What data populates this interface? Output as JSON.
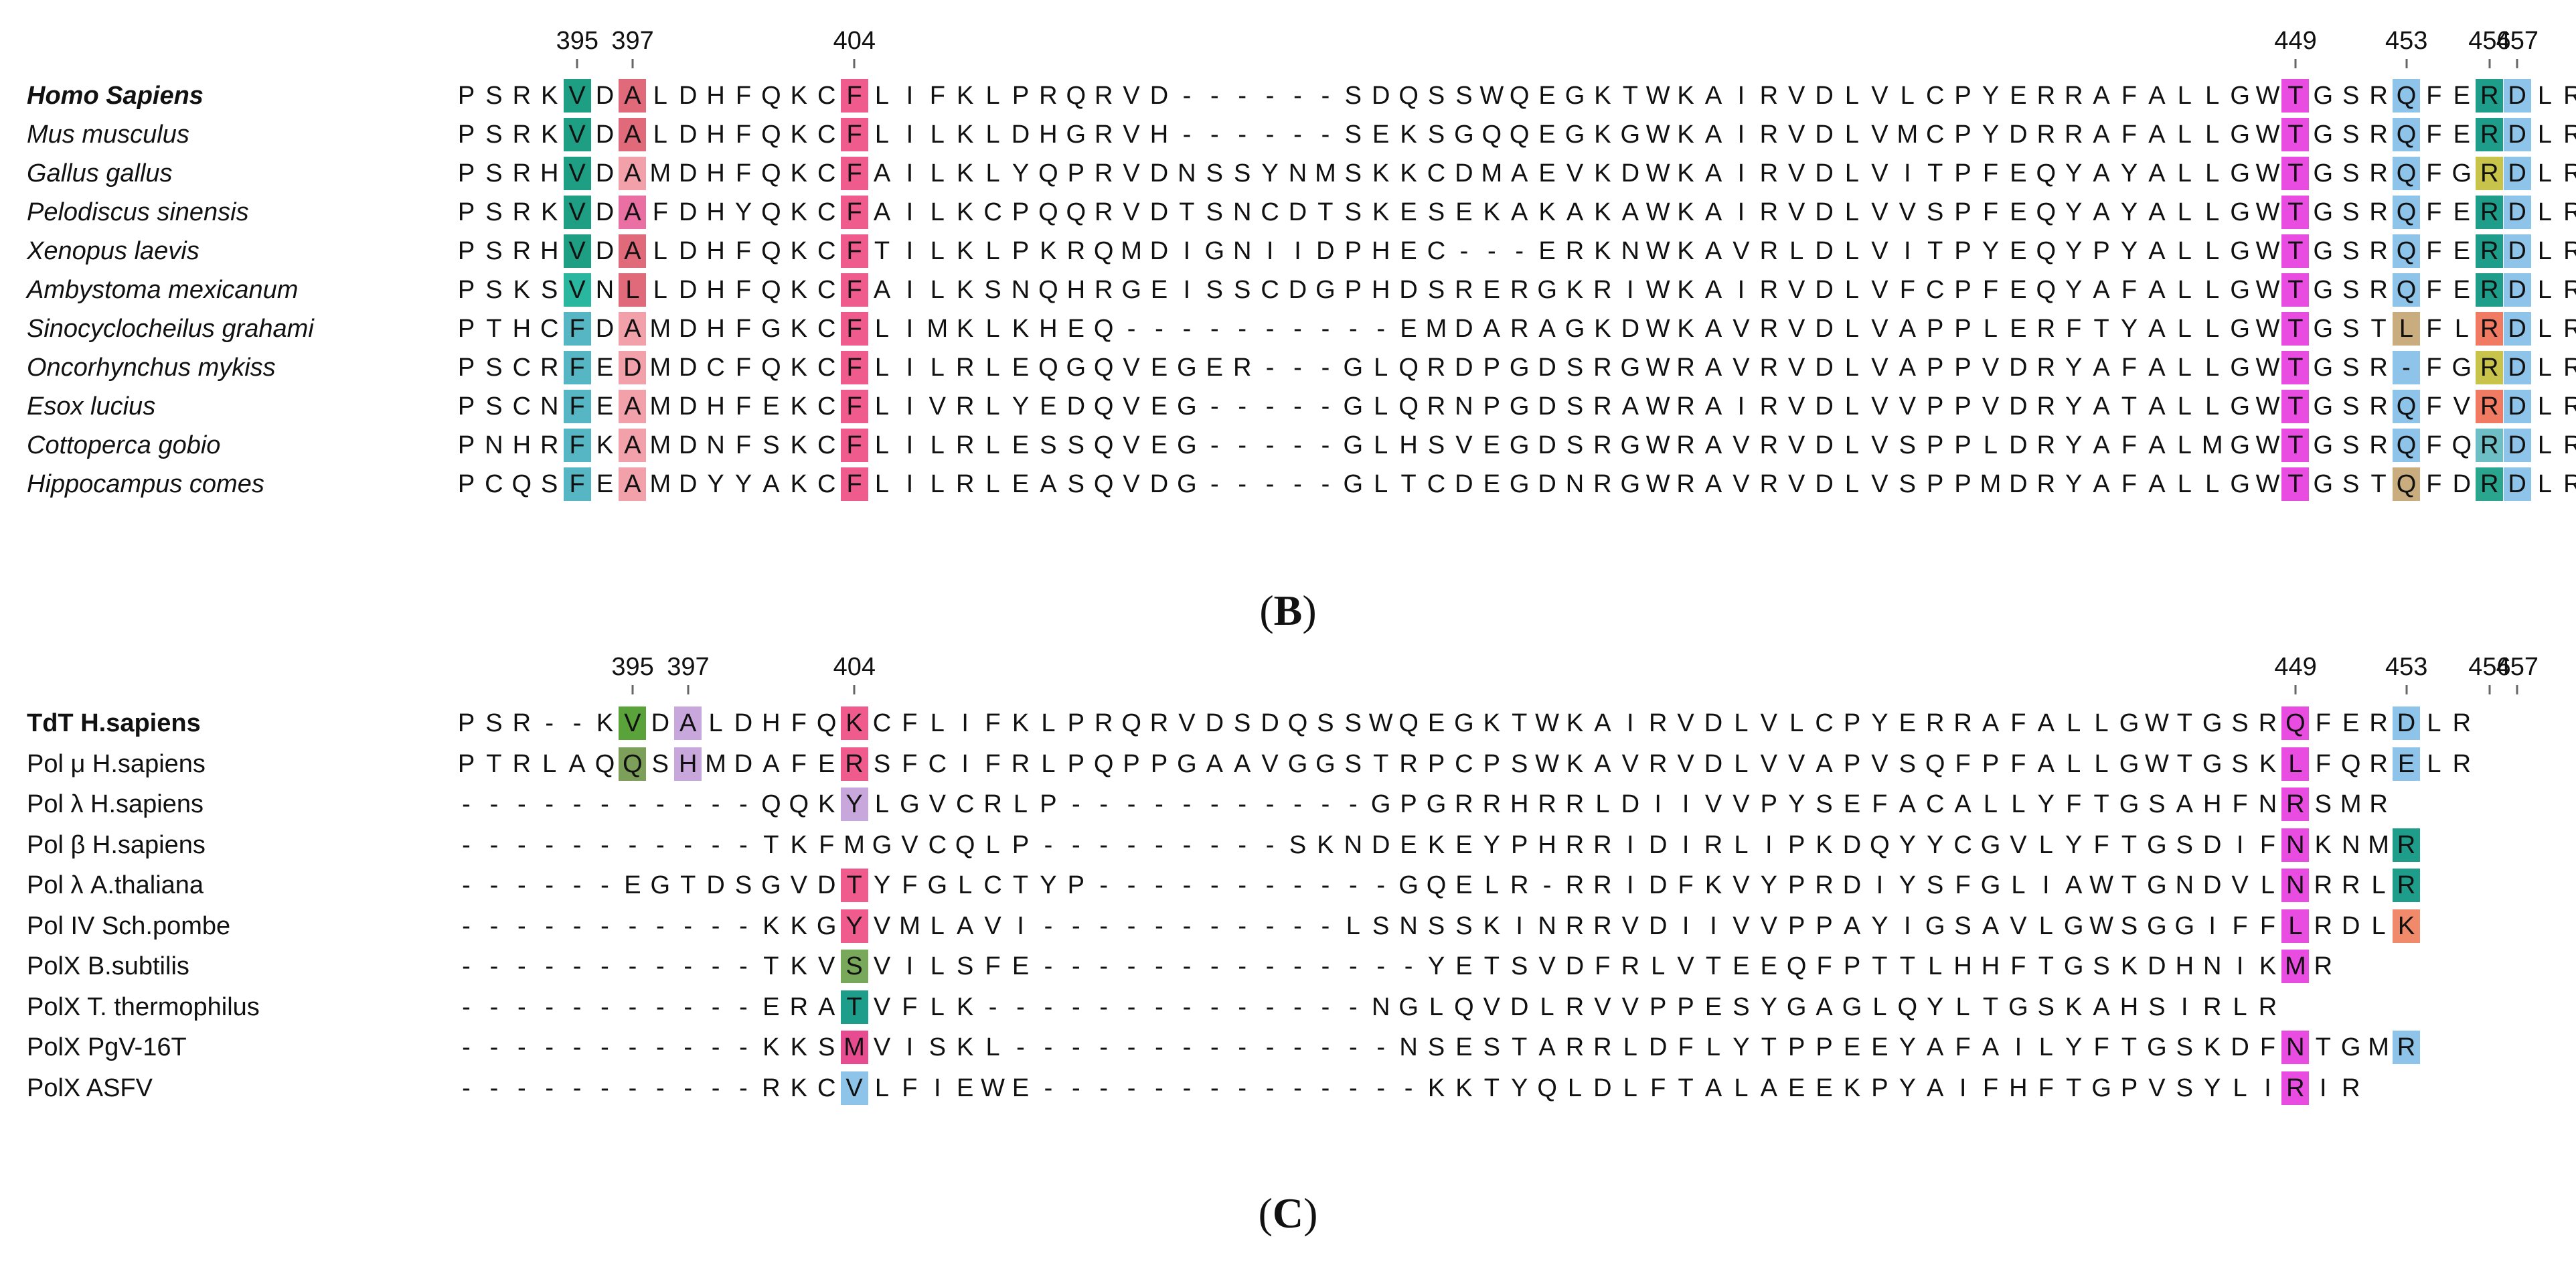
{
  "panels": [
    {
      "id": "B",
      "caption_letter": "B",
      "positions": [
        "395",
        "397",
        "404",
        "449",
        "453",
        "456",
        "457"
      ],
      "position_columns": [
        4,
        6,
        14,
        66,
        70,
        73,
        74
      ],
      "rows": [
        {
          "name": "Homo Sapiens",
          "bold": true,
          "italic": true,
          "seq": "PSRKVDALDHFQKCFLIFKLPRQRVD------SDQSSWQEGKTWKAIRVDLVLCPYERRAFALLGWTGSRQFERDLR"
        },
        {
          "name": "Mus musculus",
          "bold": false,
          "italic": true,
          "seq": "PSRKVDALDHFQKCFLILKLDHGRVH------SEKSGQQEGKGWKAIRVDLVMCPYDRRAFALLGWTGSRQFERDLR"
        },
        {
          "name": "Gallus gallus",
          "bold": false,
          "italic": true,
          "seq": "PSRHVDAMDHFQKCFAILKLYQPRVDNSSYNMSKKCDMAEVKDWKAIRVDLVITPFEQYAYALLGWTGSRQFGRDLR"
        },
        {
          "name": "Pelodiscus sinensis",
          "bold": false,
          "italic": true,
          "seq": "PSRKVDAFDHYQKCFAILKCPQQRVDTSNCDTSKESEKAKAKAWKAIRVDLVVSPFEQYAYALLGWTGSRQFERDLR"
        },
        {
          "name": "Xenopus laevis",
          "bold": false,
          "italic": true,
          "seq": "PSRHVDALDHFQKCFTILKLPKRQMDIGNIIDPHEC---ERKNWKAVRLDLVITPYEQYPYALLGWTGSRQFERDLR"
        },
        {
          "name": "Ambystoma mexicanum",
          "bold": false,
          "italic": true,
          "seq": "PSKSVNLLDHFQKCFAILKSNQHRGEISSCDGPHDSRERGKRIWKAIRVDLVFCPFEQYAFALLGWTGSRQFERDLR"
        },
        {
          "name": "Sinocyclocheilus grahami",
          "bold": false,
          "italic": true,
          "seq": "PTHCFDAMDHFGKCFLIMKLKHEQ----------EMDARAGKDWKAVRVDLVAPPLERFTYALLGWTGSTLFLRDLR"
        },
        {
          "name": "Oncorhynchus mykiss",
          "bold": false,
          "italic": true,
          "seq": "PSCRFEDMDCFQKCFLILRLEQGQVEGER---GLQRDPGDSRGWRAVRVDLVAPPVDRYAFALLGWTGSR-FGRDLR"
        },
        {
          "name": "Esox lucius",
          "bold": false,
          "italic": true,
          "seq": "PSCNFEAMDHFEKCFLIVRLYEDQVEG-----GLQRNPGDSRAWRAIRVDLVVPPVDRYATALLGWTGSRQFVRDLR"
        },
        {
          "name": "Cottoperca gobio",
          "bold": false,
          "italic": true,
          "seq": "PNHRFKAMDNFSKCFLILRLESSQVEG-----GLHSVEGDSRGWRAVRVDLVSPPLDRYAFALMGWTGSRQFQRDLR"
        },
        {
          "name": "Hippocampus comes",
          "bold": false,
          "italic": true,
          "seq": "PCQSFEAMDYYAKCFLILRLEASQVDG-----GLTCDEGDNRGWRAVRVDLVSPPMDRYAFALLGWTGSTQFDRDLR"
        }
      ],
      "highlights": [
        {
          "col": 4,
          "rows": [
            0,
            1,
            2,
            3,
            4
          ],
          "color": "#1e9e82"
        },
        {
          "col": 4,
          "rows": [
            5
          ],
          "color": "#2ab7a0"
        },
        {
          "col": 4,
          "rows": [
            6,
            7,
            8,
            9,
            10
          ],
          "color": "#57b6c4"
        },
        {
          "col": 6,
          "rows": [
            0,
            1,
            4,
            5
          ],
          "color": "#e06a7a"
        },
        {
          "col": 6,
          "rows": [
            2,
            6,
            7,
            8,
            9,
            10
          ],
          "color": "#f2a0aa"
        },
        {
          "col": 6,
          "rows": [
            3
          ],
          "color": "#ea6fa2"
        },
        {
          "col": 14,
          "rows": [
            0,
            1,
            2,
            3,
            4,
            5,
            6,
            7,
            8,
            9,
            10
          ],
          "color": "#ee5b8c"
        },
        {
          "col": 66,
          "rows": [
            0,
            1,
            2,
            3,
            4,
            5,
            6,
            7,
            8,
            9,
            10
          ],
          "color": "#e84ce0"
        },
        {
          "col": 70,
          "rows": [
            0,
            1,
            2,
            3,
            4,
            5,
            7,
            8,
            9
          ],
          "color": "#8fc4ea"
        },
        {
          "col": 70,
          "rows": [
            6,
            10
          ],
          "color": "#c9ad7f"
        },
        {
          "col": 73,
          "rows": [
            0,
            1,
            3,
            4,
            5
          ],
          "color": "#1e9e8a"
        },
        {
          "col": 73,
          "rows": [
            2,
            7
          ],
          "color": "#c8c34a"
        },
        {
          "col": 73,
          "rows": [
            6,
            8
          ],
          "color": "#f07a62"
        },
        {
          "col": 73,
          "rows": [
            9
          ],
          "color": "#6ebec6"
        },
        {
          "col": 73,
          "rows": [
            10
          ],
          "color": "#2aa58e"
        },
        {
          "col": 74,
          "rows": [
            0,
            1,
            2,
            3,
            4,
            5,
            6,
            7,
            8,
            9,
            10
          ],
          "color": "#8fc4ea"
        }
      ]
    },
    {
      "id": "C",
      "caption_letter": "C",
      "positions": [
        "395",
        "397",
        "404",
        "449",
        "453",
        "456",
        "457"
      ],
      "position_columns": [
        6,
        8,
        14,
        66,
        70,
        73,
        74
      ],
      "rows": [
        {
          "name": "TdT H.sapiens",
          "bold": true,
          "italic": false,
          "seq": "PSR--KVDALDHFQKCFLIFKLPRQRVDSDQSSWQEGKTWKAIRVDLVLCPYERRAFALLGWTGSRQFERDLR"
        },
        {
          "name": "Pol μ H.sapiens",
          "bold": false,
          "italic": false,
          "seq": "PTRLAQQSHMDAFERSFCIFRLPQPPGAAVGGSTRPCPSWKAVRVDLVVAPVSQFPFALLGWTGSKLFQRELR"
        },
        {
          "name": "Pol λ H.sapiens",
          "bold": false,
          "italic": false,
          "seq": "-----------QQKYLGVCRLP-----------GPGRRHRRLDIIVVPYSEFACALLYFTGSAHFNRSMR"
        },
        {
          "name": "Pol β H.sapiens",
          "bold": false,
          "italic": false,
          "seq": "-----------TKFMGVCQLP---------SKNDEKEYPHRRIDIRLIPKDQYYCGVLYFTGSDIFNKNMR"
        },
        {
          "name": "Pol λ A.thaliana",
          "bold": false,
          "italic": false,
          "seq": "------EGTDSGVDTYFGLCTYP-----------GQELR-RRIDFKVYPRDIYSFGLIAWTGNDVLNRRLR"
        },
        {
          "name": "Pol IV Sch.pombe",
          "bold": false,
          "italic": false,
          "seq": "-----------KKGYVMLAVI-----------LSNSSKINRRVDIIVVPPAYIGSAVLGWSGGIFFLRDLK"
        },
        {
          "name": "PolX B.subtilis",
          "bold": false,
          "italic": false,
          "seq": "-----------TKVSVILSFE--------------YETSVDFRLVTEEQFPTTLHHFTGSKDHNIKMR"
        },
        {
          "name": "PolX T. thermophilus",
          "bold": false,
          "italic": false,
          "seq": "-----------ERATVFLK--------------NGLQVDLRVVPPESYGAGLQYLTGSKAHSIRLR"
        },
        {
          "name": "PolX PgV-16T",
          "bold": false,
          "italic": false,
          "seq": "-----------KKSMVISKL--------------NSESTARRLDFLYTPPEEYAFAILYFTGSKDFNTGMR"
        },
        {
          "name": "PolX ASFV",
          "bold": false,
          "italic": false,
          "seq": "-----------RKCVLFIEWE--------------KKTYQLDLFTALAEEKPYAIFHFTGPVSYLIRIR"
        }
      ],
      "highlights": [
        {
          "col": 6,
          "rows": [
            0
          ],
          "color": "#5aa23a"
        },
        {
          "col": 6,
          "rows": [
            1
          ],
          "color": "#7ca05a"
        },
        {
          "col": 8,
          "rows": [
            0,
            1
          ],
          "color": "#c8a8dc"
        },
        {
          "col": 14,
          "rows": [
            0,
            1,
            4
          ],
          "color": "#ee5b8c"
        },
        {
          "col": 14,
          "rows": [
            2
          ],
          "color": "#c8a8dc"
        },
        {
          "col": 14,
          "rows": [
            5
          ],
          "color": "#ee5b8c"
        },
        {
          "col": 14,
          "rows": [
            6
          ],
          "color": "#78a85a"
        },
        {
          "col": 14,
          "rows": [
            7
          ],
          "color": "#1e9e8a"
        },
        {
          "col": 14,
          "rows": [
            8
          ],
          "color": "#e84c90"
        },
        {
          "col": 14,
          "rows": [
            9
          ],
          "color": "#8fc4ea"
        },
        {
          "col": 66,
          "rows": [
            0,
            1,
            2,
            3,
            6,
            8,
            9
          ],
          "color": "#e84ce0"
        },
        {
          "col": 66,
          "rows": [
            4,
            5
          ],
          "color": "#e84ce0"
        },
        {
          "col": 66,
          "rows": [
            7
          ],
          "color": "#c8a8dc"
        },
        {
          "col": 70,
          "rows": [
            0,
            1,
            6,
            7,
            8
          ],
          "color": "#8fc4ea"
        },
        {
          "col": 70,
          "rows": [
            2
          ],
          "color": "#d9a36a"
        },
        {
          "col": 70,
          "rows": [
            3,
            4
          ],
          "color": "#1e9e8a"
        },
        {
          "col": 70,
          "rows": [
            5,
            9
          ],
          "color": "#f08a6a"
        },
        {
          "col": 73,
          "rows": [
            0,
            1,
            2,
            3,
            4,
            6,
            8
          ],
          "color": "#1e9e8a"
        },
        {
          "col": 73,
          "rows": [
            5,
            9
          ],
          "color": "#f07a62"
        },
        {
          "col": 73,
          "rows": [
            7
          ],
          "color": "#9a9a6a"
        },
        {
          "col": 74,
          "rows": [
            0,
            1,
            2,
            3,
            4
          ],
          "color": "#8fc4ea"
        },
        {
          "col": 74,
          "rows": [
            5,
            6,
            9
          ],
          "color": "#f07a62"
        },
        {
          "col": 74,
          "rows": [
            7,
            8
          ],
          "color": "#c8a84a"
        }
      ]
    }
  ]
}
